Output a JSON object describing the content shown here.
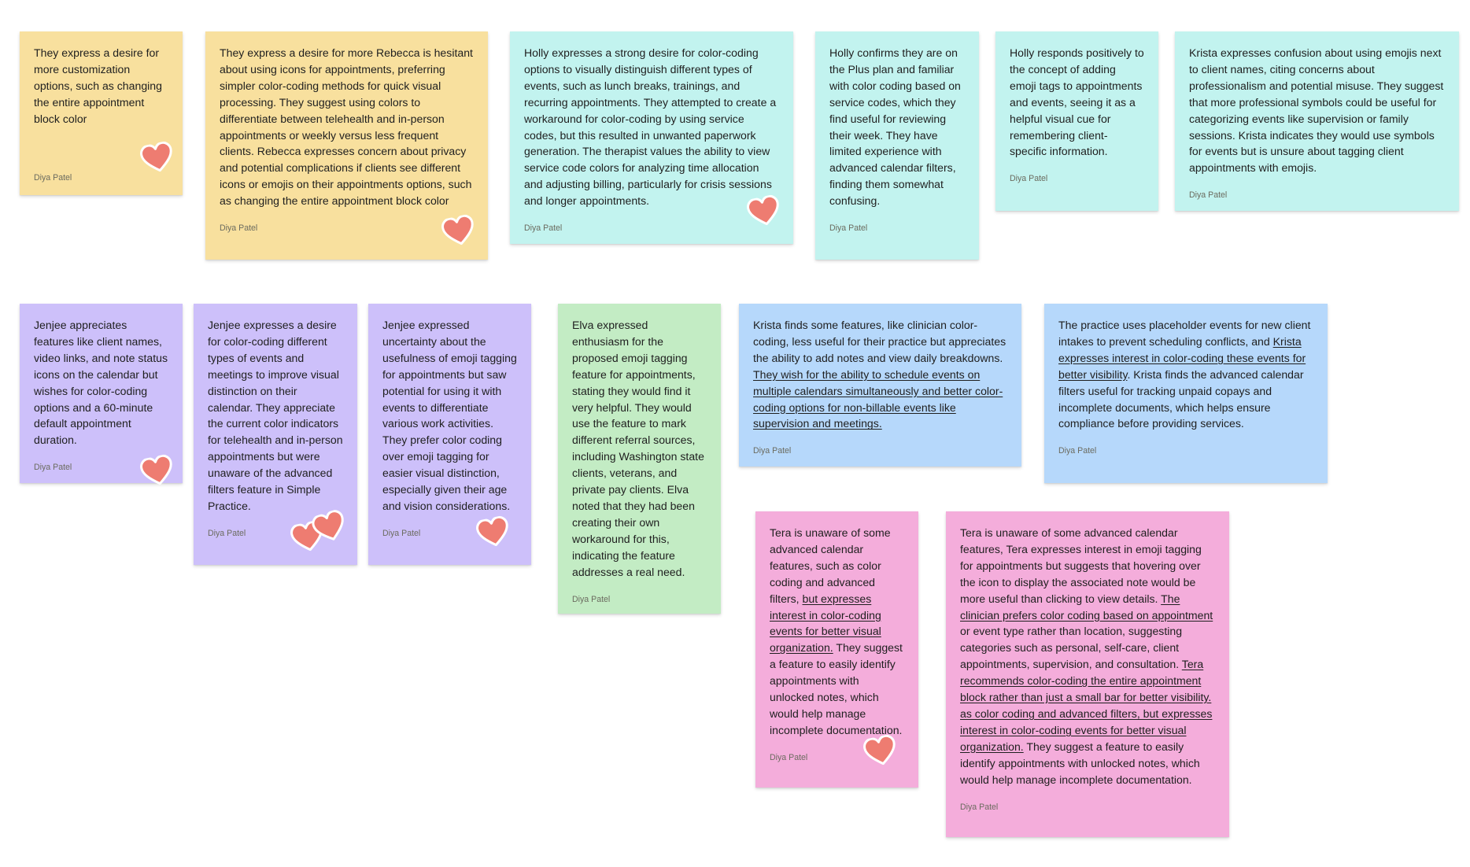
{
  "colors": {
    "yellow": "#f8e09e",
    "teal": "#c2f3ef",
    "purple": "#cdc0fa",
    "green": "#c3ecc4",
    "blue": "#b6d8fb",
    "pink": "#f4addb",
    "heart": "#ee7c71"
  },
  "author": "Diya Patel",
  "notes": [
    {
      "id": "n1",
      "color": "yellow",
      "hearts": 1,
      "parts": [
        {
          "t": "They express a desire for more customization options, such as changing the entire appointment block color"
        }
      ]
    },
    {
      "id": "n2",
      "color": "yellow",
      "hearts": 1,
      "parts": [
        {
          "t": "They express a desire for more Rebecca is hesitant about using icons for appointments, preferring simpler color-coding methods for quick visual processing. They suggest using colors to differentiate between telehealth and in-person appointments or weekly versus less frequent clients. Rebecca expresses concern about privacy and potential complications if clients see different icons or emojis on their appointments options, such as changing the entire appointment block color"
        }
      ]
    },
    {
      "id": "n3",
      "color": "teal",
      "hearts": 1,
      "parts": [
        {
          "t": "Holly expresses a strong desire for color-coding options to visually distinguish different types of events, such as lunch breaks, trainings, and recurring appointments. They attempted to create a workaround for color-coding by using service codes, but this resulted in unwanted paperwork generation. The therapist values the ability to view service code colors for analyzing time allocation and adjusting billing, particularly for crisis sessions and longer appointments."
        }
      ]
    },
    {
      "id": "n4",
      "color": "teal",
      "hearts": 0,
      "parts": [
        {
          "t": "Holly confirms they are on the Plus plan and familiar with color coding based on service codes, which they find useful for reviewing their week. They have limited experience with advanced calendar filters, finding them somewhat confusing."
        }
      ]
    },
    {
      "id": "n5",
      "color": "teal",
      "hearts": 0,
      "parts": [
        {
          "t": "Holly responds positively to the concept of adding emoji tags to appointments and events, seeing it as a helpful visual cue for remembering client-specific information."
        }
      ]
    },
    {
      "id": "n6",
      "color": "teal",
      "hearts": 0,
      "parts": [
        {
          "t": "Krista expresses confusion about using emojis next to client names, citing concerns about professionalism and potential misuse. They suggest that more professional symbols could be useful for categorizing events like supervision or family sessions. Krista indicates they would use symbols for events but is unsure about tagging client appointments with emojis."
        }
      ]
    },
    {
      "id": "n7",
      "color": "purple",
      "hearts": 1,
      "parts": [
        {
          "t": "Jenjee appreciates features like client names, video links, and note status icons on the calendar but wishes for color-coding options and a 60-minute default appointment duration."
        }
      ]
    },
    {
      "id": "n8",
      "color": "purple",
      "hearts": 2,
      "parts": [
        {
          "t": "Jenjee expresses a desire for color-coding different types of events and meetings to improve visual distinction on their calendar. They appreciate the current color indicators for telehealth and in-person appointments but were unaware of the advanced filters feature in Simple Practice."
        }
      ]
    },
    {
      "id": "n9",
      "color": "purple",
      "hearts": 1,
      "parts": [
        {
          "t": "Jenjee expressed uncertainty about the usefulness of emoji tagging for appointments but saw potential for using it with events to differentiate various work activities. They prefer color coding over emoji tagging for easier visual distinction, especially given their age and vision considerations."
        }
      ]
    },
    {
      "id": "n10",
      "color": "green",
      "hearts": 0,
      "parts": [
        {
          "t": "Elva expressed enthusiasm for the proposed emoji tagging feature for appointments, stating they would find it very helpful. They would use the feature to mark different referral sources, including Washington state clients, veterans, and private pay clients. Elva noted that they had been creating their own workaround for this, indicating the feature addresses a real need."
        }
      ]
    },
    {
      "id": "n11",
      "color": "blue",
      "hearts": 0,
      "parts": [
        {
          "t": "Krista finds some features, like clinician color-coding, less useful for their practice but appreciates the ability to add notes and view daily breakdowns. "
        },
        {
          "t": "They wish for the ability to schedule events on multiple calendars simultaneously and better color-coding options for non-billable events like supervision and meetings.",
          "u": true
        }
      ]
    },
    {
      "id": "n12",
      "color": "blue",
      "hearts": 0,
      "parts": [
        {
          "t": "The practice uses placeholder events for new client intakes to prevent scheduling conflicts, and "
        },
        {
          "t": "Krista expresses interest in color-coding these events for better visibility",
          "u": true
        },
        {
          "t": ". Krista finds the advanced calendar filters useful for tracking unpaid copays and incomplete documents, which helps ensure compliance before providing services."
        }
      ]
    },
    {
      "id": "n13",
      "color": "pink",
      "hearts": 1,
      "parts": [
        {
          "t": "Tera is unaware of some advanced calendar features, such as color coding and advanced filters, "
        },
        {
          "t": "but expresses interest in color-coding events for better visual organization.",
          "u": true
        },
        {
          "t": " They suggest a feature to easily identify appointments with unlocked notes, which would help manage incomplete documentation."
        }
      ]
    },
    {
      "id": "n14",
      "color": "pink",
      "hearts": 0,
      "parts": [
        {
          "t": "Tera is unaware of some advanced calendar features, Tera expresses interest in emoji tagging for appointments but suggests that hovering over the icon to display the associated note would be more useful than clicking to view details. "
        },
        {
          "t": "The clinician prefers color coding based on appointment",
          "u": true
        },
        {
          "t": " or event type rather than location, suggesting categories such as personal, self-care, client appointments, supervision, and consultation. "
        },
        {
          "t": "Tera recommends color-coding the entire appointment block rather than just a small bar for better visibility. as color coding and advanced filters, but expresses interest in color-coding events for better visual organization.",
          "u": true
        },
        {
          "t": " They suggest a feature to easily identify appointments with unlocked notes, which would help manage incomplete documentation."
        }
      ]
    }
  ]
}
